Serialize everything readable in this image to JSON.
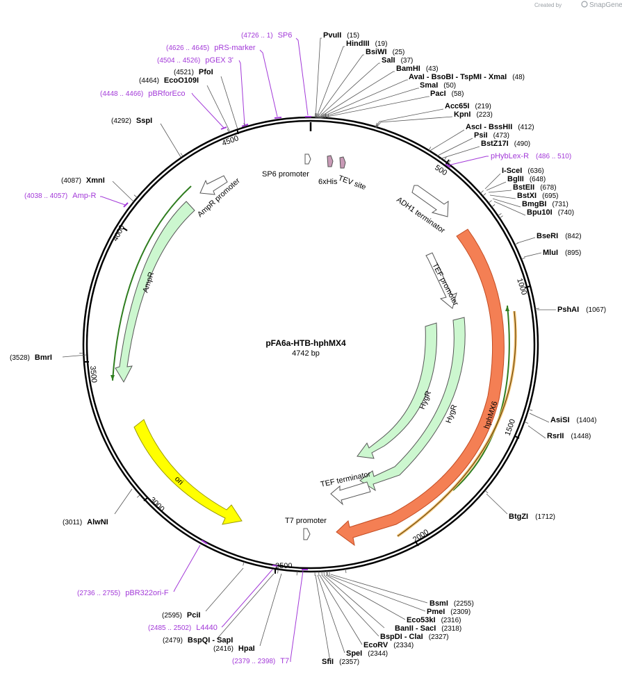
{
  "branding": {
    "created_by": "Created by",
    "product": "SnapGene"
  },
  "plasmid": {
    "name": "pFA6a-HTB-hphMX4",
    "size": "4742 bp",
    "length": 4742
  },
  "ticks": [
    {
      "pos": 500,
      "label": "500"
    },
    {
      "pos": 1000,
      "label": "1000"
    },
    {
      "pos": 1500,
      "label": "1500"
    },
    {
      "pos": 2000,
      "label": "2000"
    },
    {
      "pos": 2500,
      "label": "2500"
    },
    {
      "pos": 3000,
      "label": "3000"
    },
    {
      "pos": 3500,
      "label": "3500"
    },
    {
      "pos": 4000,
      "label": "4000"
    },
    {
      "pos": 4500,
      "label": "4500"
    }
  ],
  "enzymes": [
    {
      "name": "PvuII",
      "pos": "(15)",
      "site": 15
    },
    {
      "name": "HindIII",
      "pos": "(19)",
      "site": 19
    },
    {
      "name": "BsiWI",
      "pos": "(25)",
      "site": 25
    },
    {
      "name": "SalI",
      "pos": "(37)",
      "site": 37
    },
    {
      "name": "BamHI",
      "pos": "(43)",
      "site": 43
    },
    {
      "name": "AvaI - BsoBI - TspMI - XmaI",
      "pos": "(48)",
      "site": 48
    },
    {
      "name": "SmaI",
      "pos": "(50)",
      "site": 50
    },
    {
      "name": "PacI",
      "pos": "(58)",
      "site": 58
    },
    {
      "name": "Acc65I",
      "pos": "(219)",
      "site": 219
    },
    {
      "name": "KpnI",
      "pos": "(223)",
      "site": 223
    },
    {
      "name": "AscI - BssHII",
      "pos": "(412)",
      "site": 412
    },
    {
      "name": "PsiI",
      "pos": "(473)",
      "site": 473
    },
    {
      "name": "BstZ17I",
      "pos": "(490)",
      "site": 490
    },
    {
      "name": "I-SceI",
      "pos": "(636)",
      "site": 636
    },
    {
      "name": "BglII",
      "pos": "(648)",
      "site": 648
    },
    {
      "name": "BstEII",
      "pos": "(678)",
      "site": 678
    },
    {
      "name": "BstXI",
      "pos": "(695)",
      "site": 695
    },
    {
      "name": "BmgBI",
      "pos": "(731)",
      "site": 731
    },
    {
      "name": "Bpu10I",
      "pos": "(740)",
      "site": 740
    },
    {
      "name": "BseRI",
      "pos": "(842)",
      "site": 842
    },
    {
      "name": "MluI",
      "pos": "(895)",
      "site": 895
    },
    {
      "name": "PshAI",
      "pos": "(1067)",
      "site": 1067
    },
    {
      "name": "AsiSI",
      "pos": "(1404)",
      "site": 1404
    },
    {
      "name": "RsrII",
      "pos": "(1448)",
      "site": 1448
    },
    {
      "name": "BtgZI",
      "pos": "(1712)",
      "site": 1712
    },
    {
      "name": "BsmI",
      "pos": "(2255)",
      "site": 2255
    },
    {
      "name": "PmeI",
      "pos": "(2309)",
      "site": 2309
    },
    {
      "name": "Eco53kI",
      "pos": "(2316)",
      "site": 2316
    },
    {
      "name": "BanII - SacI",
      "pos": "(2318)",
      "site": 2318
    },
    {
      "name": "BspDI - ClaI",
      "pos": "(2327)",
      "site": 2327
    },
    {
      "name": "EcoRV",
      "pos": "(2334)",
      "site": 2334
    },
    {
      "name": "SpeI",
      "pos": "(2344)",
      "site": 2344
    },
    {
      "name": "SfiI",
      "pos": "(2357)",
      "site": 2357
    },
    {
      "name": "HpaI",
      "pos": "(2416)",
      "site": 2416
    },
    {
      "name": "BspQI - SapI",
      "pos": "(2479)",
      "site": 2479
    },
    {
      "name": "PciI",
      "pos": "(2595)",
      "site": 2595
    },
    {
      "name": "AlwNI",
      "pos": "(3011)",
      "site": 3011
    },
    {
      "name": "BmrI",
      "pos": "(3528)",
      "site": 3528
    },
    {
      "name": "XmnI",
      "pos": "(4087)",
      "site": 4087
    },
    {
      "name": "SspI",
      "pos": "(4292)",
      "site": 4292
    },
    {
      "name": "EcoO109I",
      "pos": "(4464)",
      "site": 4464
    },
    {
      "name": "PfoI",
      "pos": "(4521)",
      "site": 4521
    }
  ],
  "primers": [
    {
      "name": "SP6",
      "pos": "(4726 .. 1)"
    },
    {
      "name": "pRS-marker",
      "pos": "(4626 .. 4645)"
    },
    {
      "name": "pGEX 3'",
      "pos": "(4504 .. 4526)"
    },
    {
      "name": "pBRforEco",
      "pos": "(4448 .. 4466)"
    },
    {
      "name": "pHybLex-R",
      "pos": "(486 .. 510)"
    },
    {
      "name": "Amp-R",
      "pos": "(4038 .. 4057)"
    },
    {
      "name": "pBR322ori-F",
      "pos": "(2736 .. 2755)"
    },
    {
      "name": "L4440",
      "pos": "(2485 .. 2502)"
    },
    {
      "name": "T7",
      "pos": "(2379 .. 2398)"
    }
  ],
  "features": [
    {
      "name": "SP6 promoter"
    },
    {
      "name": "6xHis"
    },
    {
      "name": "TEV site"
    },
    {
      "name": "ADH1 terminator"
    },
    {
      "name": "TEF promoter"
    },
    {
      "name": "hphMX6"
    },
    {
      "name": "HygR"
    },
    {
      "name": "HygR"
    },
    {
      "name": "TEF terminator"
    },
    {
      "name": "T7 promoter"
    },
    {
      "name": "ori"
    },
    {
      "name": "AmpR"
    },
    {
      "name": "AmpR promoter"
    }
  ],
  "colors": {
    "backbone": "#000000",
    "primer": "#a238d8",
    "hph": "#f47f54",
    "hph_stroke": "#c24a20",
    "hyg": "#ccf7cf",
    "hyg_stroke": "#3f9a44",
    "ori": "#ffff00",
    "ori_stroke": "#9a9a00",
    "promoter": "#ffffff",
    "tag": "#c89ab6",
    "green_line": "#2f7d1f",
    "gold_line": "#f0b450"
  }
}
